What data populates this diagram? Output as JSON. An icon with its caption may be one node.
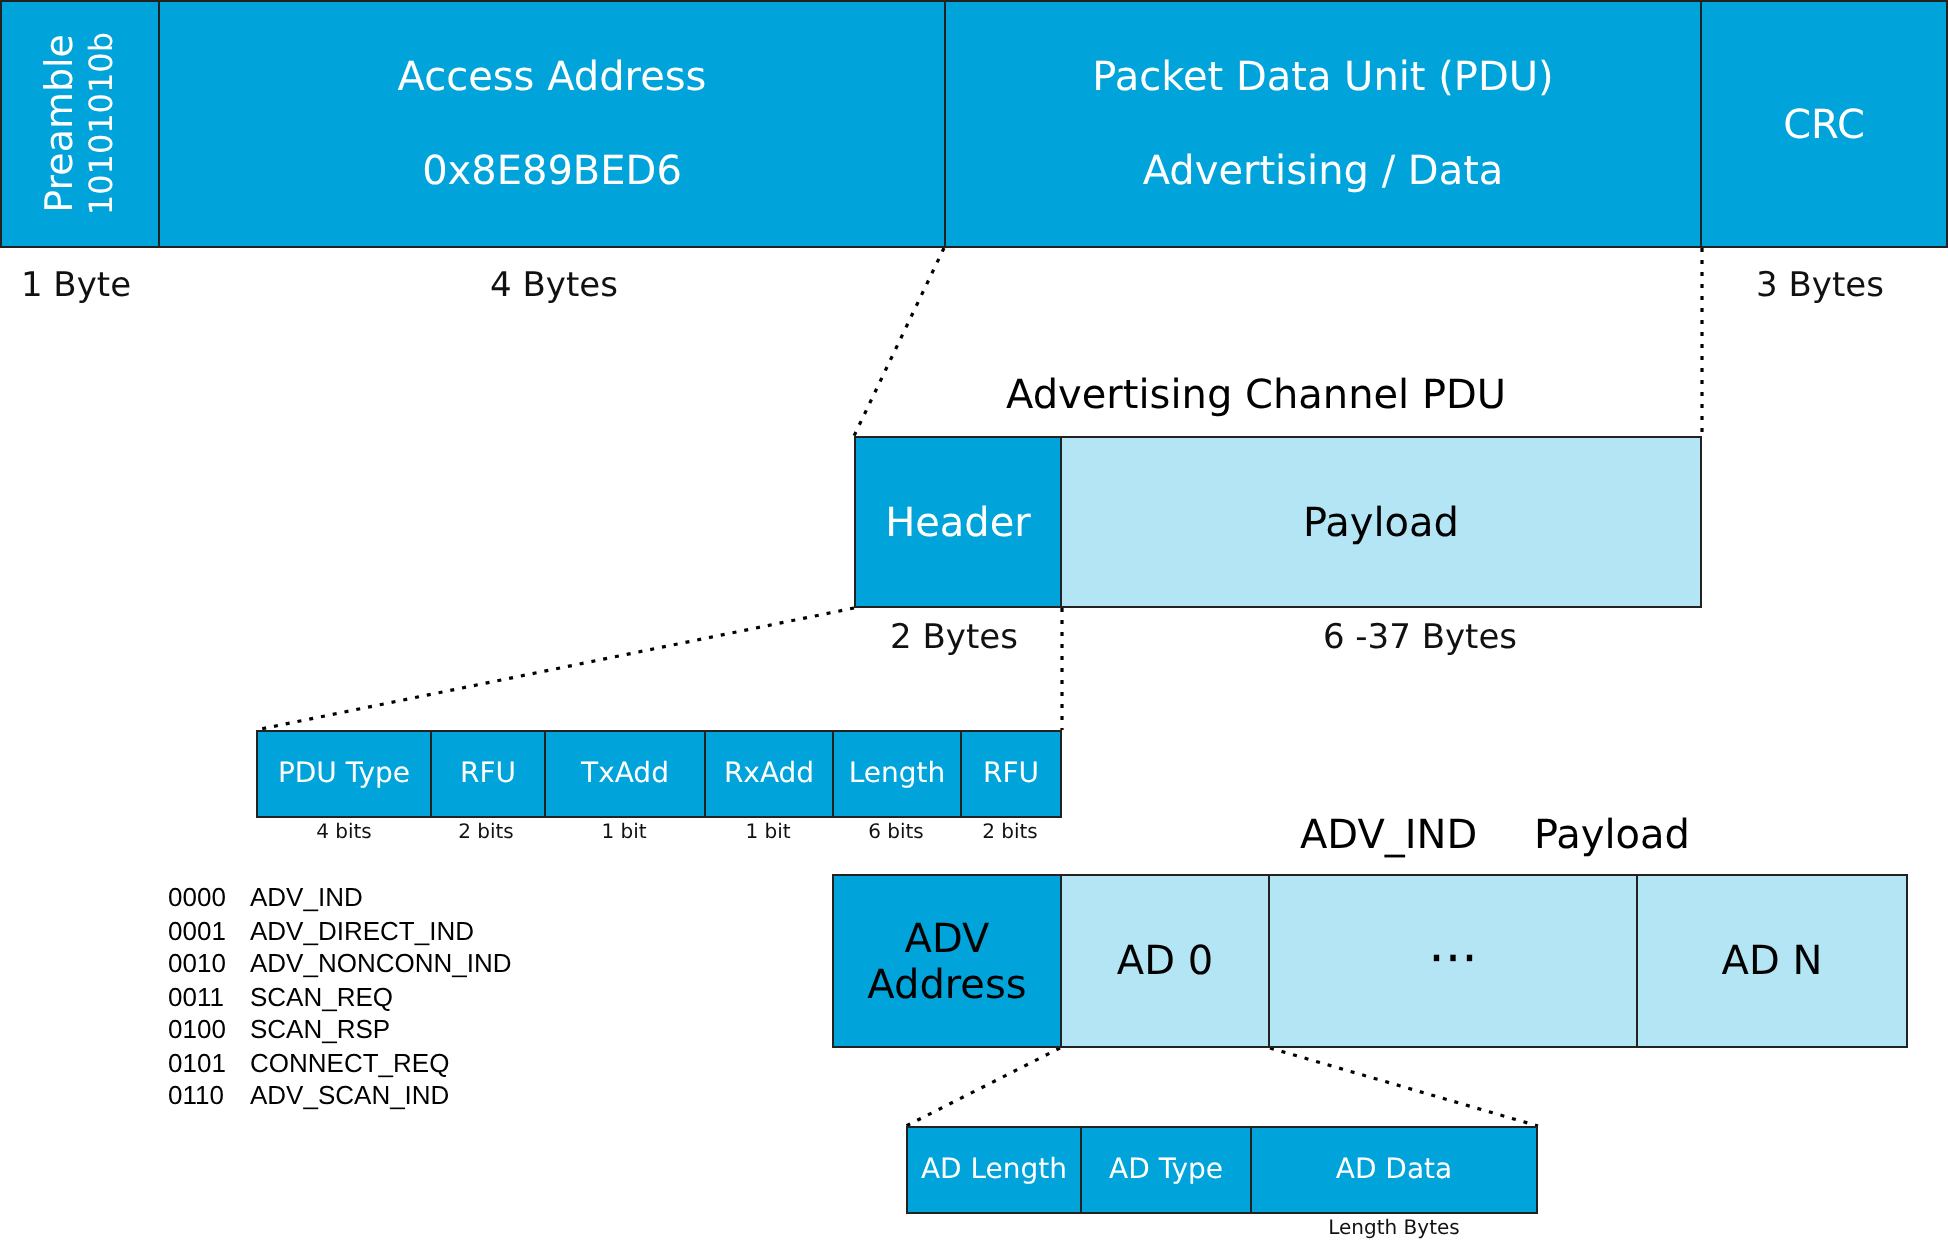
{
  "diagram": {
    "nodes": [
      {
        "text": [
          "Preamble",
          "10101010b"
        ],
        "beside": [
          "1 Byte"
        ]
      },
      {
        "text": [
          "Access Address",
          "0x8E89BED6"
        ],
        "beside": [
          "4 Bytes"
        ]
      },
      {
        "text": [
          "Packet Data Unit (PDU)",
          "Advertising / Data"
        ]
      },
      {
        "text": [
          "CRC"
        ],
        "beside": [
          "3 Bytes"
        ]
      },
      {
        "text": [
          "Header"
        ],
        "beside": [
          "2 Bytes"
        ]
      },
      {
        "text": [
          "Payload"
        ],
        "beside": [
          "6 -37 Bytes"
        ]
      },
      {
        "text": [
          "PDU Type"
        ],
        "beside": [
          "4 bits"
        ]
      },
      {
        "text": [
          "RFU"
        ],
        "beside": [
          "2 bits"
        ]
      },
      {
        "text": [
          "TxAdd"
        ],
        "beside": [
          "1 bit"
        ]
      },
      {
        "text": [
          "RxAdd"
        ],
        "beside": [
          "1 bit"
        ]
      },
      {
        "text": [
          "Length"
        ],
        "beside": [
          "6 bits"
        ]
      },
      {
        "text": [
          "RFU"
        ],
        "beside": [
          "2 bits"
        ]
      },
      {
        "text": [
          "ADV Address"
        ]
      },
      {
        "text": [
          "AD 0"
        ]
      },
      {
        "text": [
          "···"
        ]
      },
      {
        "text": [
          "AD N"
        ]
      },
      {
        "text": [
          "AD Length"
        ]
      },
      {
        "text": [
          "AD Type"
        ]
      },
      {
        "text": [
          "AD Data"
        ],
        "beside": [
          "Length Bytes"
        ]
      }
    ],
    "edges": [
      {
        "from": 2,
        "to": 4,
        "arrow": "none",
        "style": "dashed"
      },
      {
        "from": 2,
        "to": 5,
        "arrow": "none",
        "style": "dashed"
      },
      {
        "from": 4,
        "to": 6,
        "arrow": "none",
        "style": "dashed"
      },
      {
        "from": 4,
        "to": 11,
        "arrow": "none",
        "style": "dashed"
      },
      {
        "from": 13,
        "to": 16,
        "arrow": "none",
        "style": "dashed"
      },
      {
        "from": 13,
        "to": 18,
        "arrow": "none",
        "style": "dashed"
      }
    ],
    "labels": [
      "Advertising Channel PDU",
      "ADV_IND",
      "Payload",
      "0000",
      "ADV_IND",
      "0001",
      "ADV_DIRECT_IND",
      "0010",
      "ADV_NONCONN_IND",
      "0011",
      "SCAN_REQ",
      "0100",
      "SCAN_RSP",
      "0101",
      "CONNECT_REQ",
      "0110",
      "ADV_SCAN_IND"
    ]
  }
}
